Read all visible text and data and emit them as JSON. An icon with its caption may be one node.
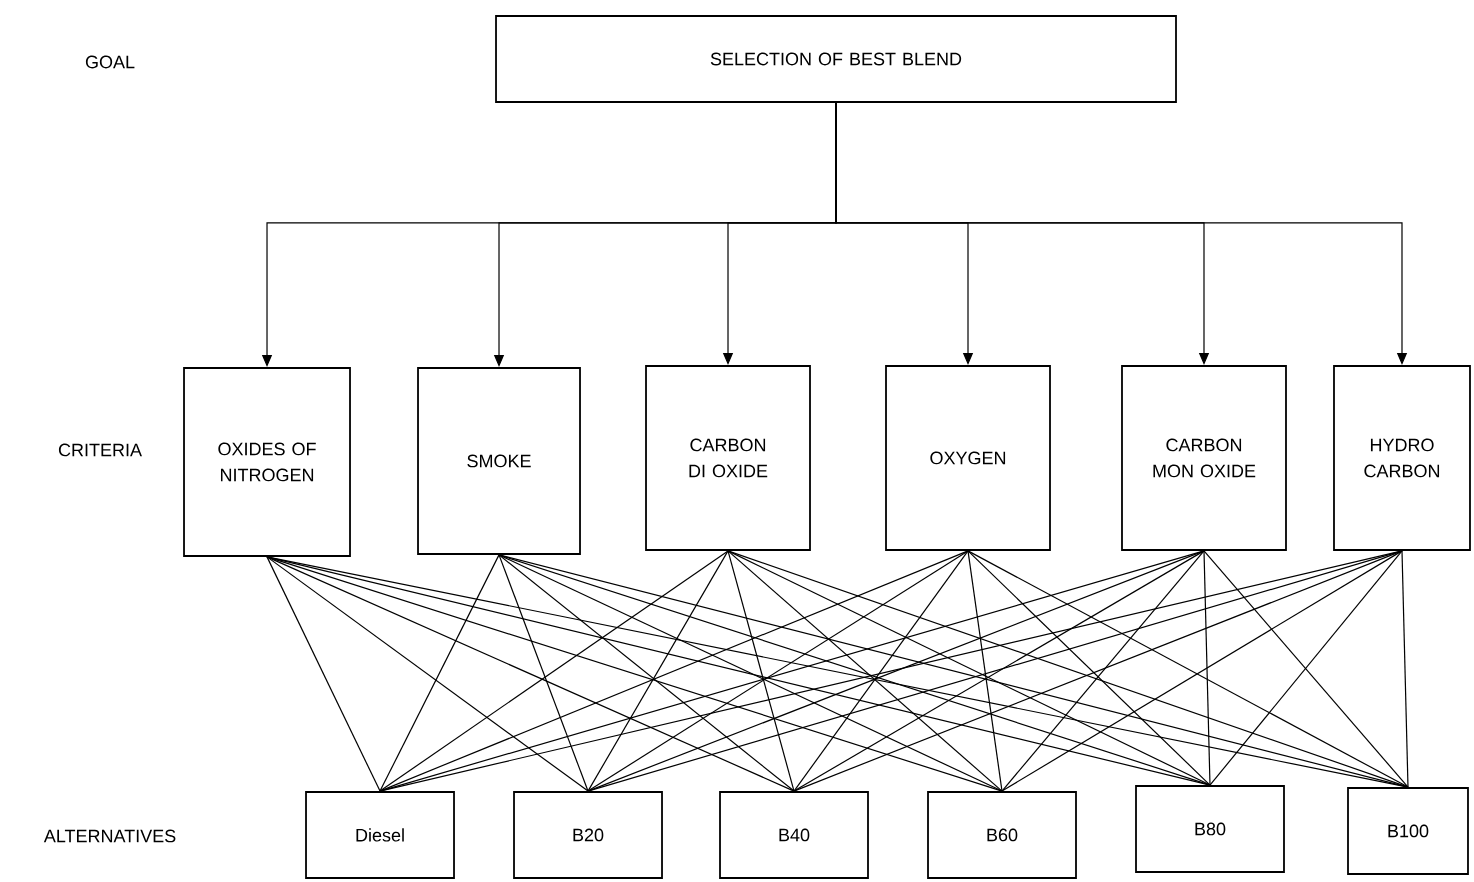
{
  "diagram": {
    "nodes": [
      {
        "text": [
          "SELECTION OF BEST BLEND"
        ]
      },
      {
        "text": [
          "OXIDES OF NITROGEN"
        ]
      },
      {
        "text": [
          "SMOKE"
        ]
      },
      {
        "text": [
          "CARBON DI OXIDE"
        ]
      },
      {
        "text": [
          "OXYGEN"
        ]
      },
      {
        "text": [
          "CARBON MON OXIDE"
        ]
      },
      {
        "text": [
          "HYDRO CARBON"
        ]
      },
      {
        "text": [
          "Diesel"
        ]
      },
      {
        "text": [
          "B20"
        ]
      },
      {
        "text": [
          "B40"
        ]
      },
      {
        "text": [
          "B60"
        ]
      },
      {
        "text": [
          "B80"
        ]
      },
      {
        "text": [
          "B100"
        ]
      }
    ],
    "edges": [
      {
        "from": 0,
        "to": 1,
        "arrow": "to"
      },
      {
        "from": 0,
        "to": 2,
        "arrow": "to"
      },
      {
        "from": 0,
        "to": 3,
        "arrow": "to"
      },
      {
        "from": 0,
        "to": 4,
        "arrow": "to"
      },
      {
        "from": 0,
        "to": 5,
        "arrow": "to"
      },
      {
        "from": 0,
        "to": 6,
        "arrow": "to"
      },
      {
        "from": 1,
        "to": 7,
        "arrow": "none"
      },
      {
        "from": 1,
        "to": 8,
        "arrow": "none"
      },
      {
        "from": 1,
        "to": 9,
        "arrow": "none"
      },
      {
        "from": 1,
        "to": 10,
        "arrow": "none"
      },
      {
        "from": 1,
        "to": 11,
        "arrow": "none"
      },
      {
        "from": 1,
        "to": 12,
        "arrow": "none"
      },
      {
        "from": 2,
        "to": 7,
        "arrow": "none"
      },
      {
        "from": 2,
        "to": 8,
        "arrow": "none"
      },
      {
        "from": 2,
        "to": 9,
        "arrow": "none"
      },
      {
        "from": 2,
        "to": 10,
        "arrow": "none"
      },
      {
        "from": 2,
        "to": 11,
        "arrow": "none"
      },
      {
        "from": 2,
        "to": 12,
        "arrow": "none"
      },
      {
        "from": 3,
        "to": 7,
        "arrow": "none"
      },
      {
        "from": 3,
        "to": 8,
        "arrow": "none"
      },
      {
        "from": 3,
        "to": 9,
        "arrow": "none"
      },
      {
        "from": 3,
        "to": 10,
        "arrow": "none"
      },
      {
        "from": 3,
        "to": 11,
        "arrow": "none"
      },
      {
        "from": 3,
        "to": 12,
        "arrow": "none"
      },
      {
        "from": 4,
        "to": 7,
        "arrow": "none"
      },
      {
        "from": 4,
        "to": 8,
        "arrow": "none"
      },
      {
        "from": 4,
        "to": 9,
        "arrow": "none"
      },
      {
        "from": 4,
        "to": 10,
        "arrow": "none"
      },
      {
        "from": 4,
        "to": 11,
        "arrow": "none"
      },
      {
        "from": 4,
        "to": 12,
        "arrow": "none"
      },
      {
        "from": 5,
        "to": 7,
        "arrow": "none"
      },
      {
        "from": 5,
        "to": 8,
        "arrow": "none"
      },
      {
        "from": 5,
        "to": 9,
        "arrow": "none"
      },
      {
        "from": 5,
        "to": 10,
        "arrow": "none"
      },
      {
        "from": 5,
        "to": 11,
        "arrow": "none"
      },
      {
        "from": 5,
        "to": 12,
        "arrow": "none"
      },
      {
        "from": 6,
        "to": 7,
        "arrow": "none"
      },
      {
        "from": 6,
        "to": 8,
        "arrow": "none"
      },
      {
        "from": 6,
        "to": 9,
        "arrow": "none"
      },
      {
        "from": 6,
        "to": 10,
        "arrow": "none"
      },
      {
        "from": 6,
        "to": 11,
        "arrow": "none"
      },
      {
        "from": 6,
        "to": 12,
        "arrow": "none"
      }
    ],
    "labels": [
      "GOAL",
      "CRITERIA",
      "ALTERNATIVES"
    ]
  }
}
